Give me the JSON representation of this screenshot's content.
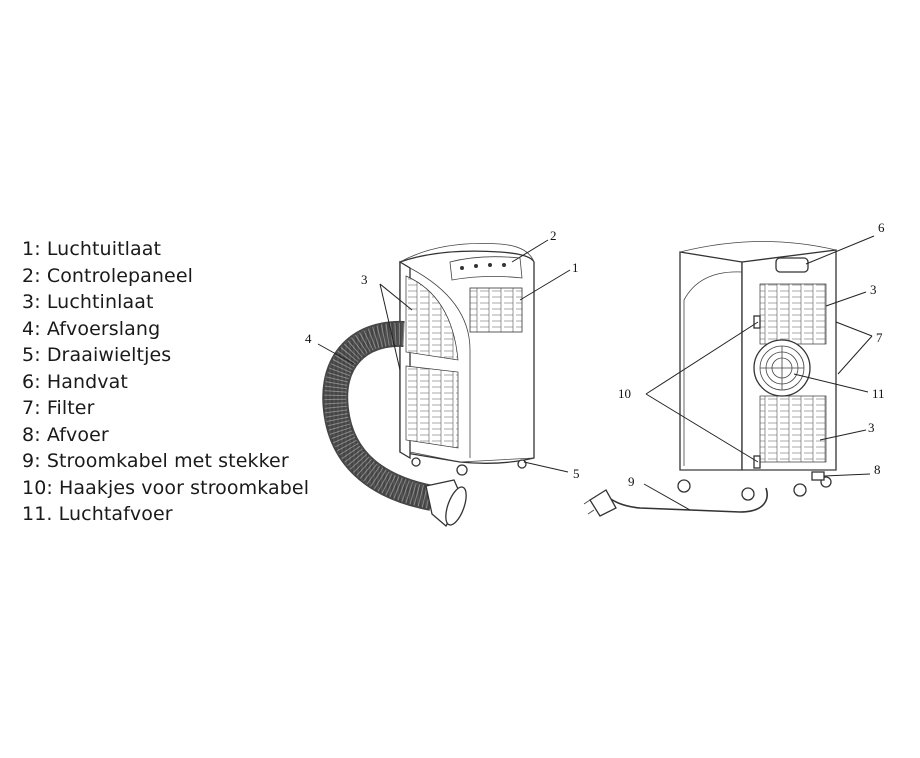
{
  "legend": [
    "1:  Luchtuitlaat",
    "2:  Controlepaneel",
    "3:  Luchtinlaat",
    "4:  Afvoerslang",
    "5:  Draaiwieltjes",
    "6:  Handvat",
    "7:  Filter",
    "8:  Afvoer",
    "9:  Stroomkabel met stekker",
    "10: Haakjes voor stroomkabel",
    "11. Luchtafvoer"
  ],
  "callouts": {
    "front_1": "1",
    "front_2": "2",
    "front_3": "3",
    "front_4": "4",
    "front_5": "5",
    "back_6": "6",
    "back_3a": "3",
    "back_7": "7",
    "back_10": "10",
    "back_11": "11",
    "back_3b": "3",
    "back_8": "8",
    "back_9": "9"
  }
}
